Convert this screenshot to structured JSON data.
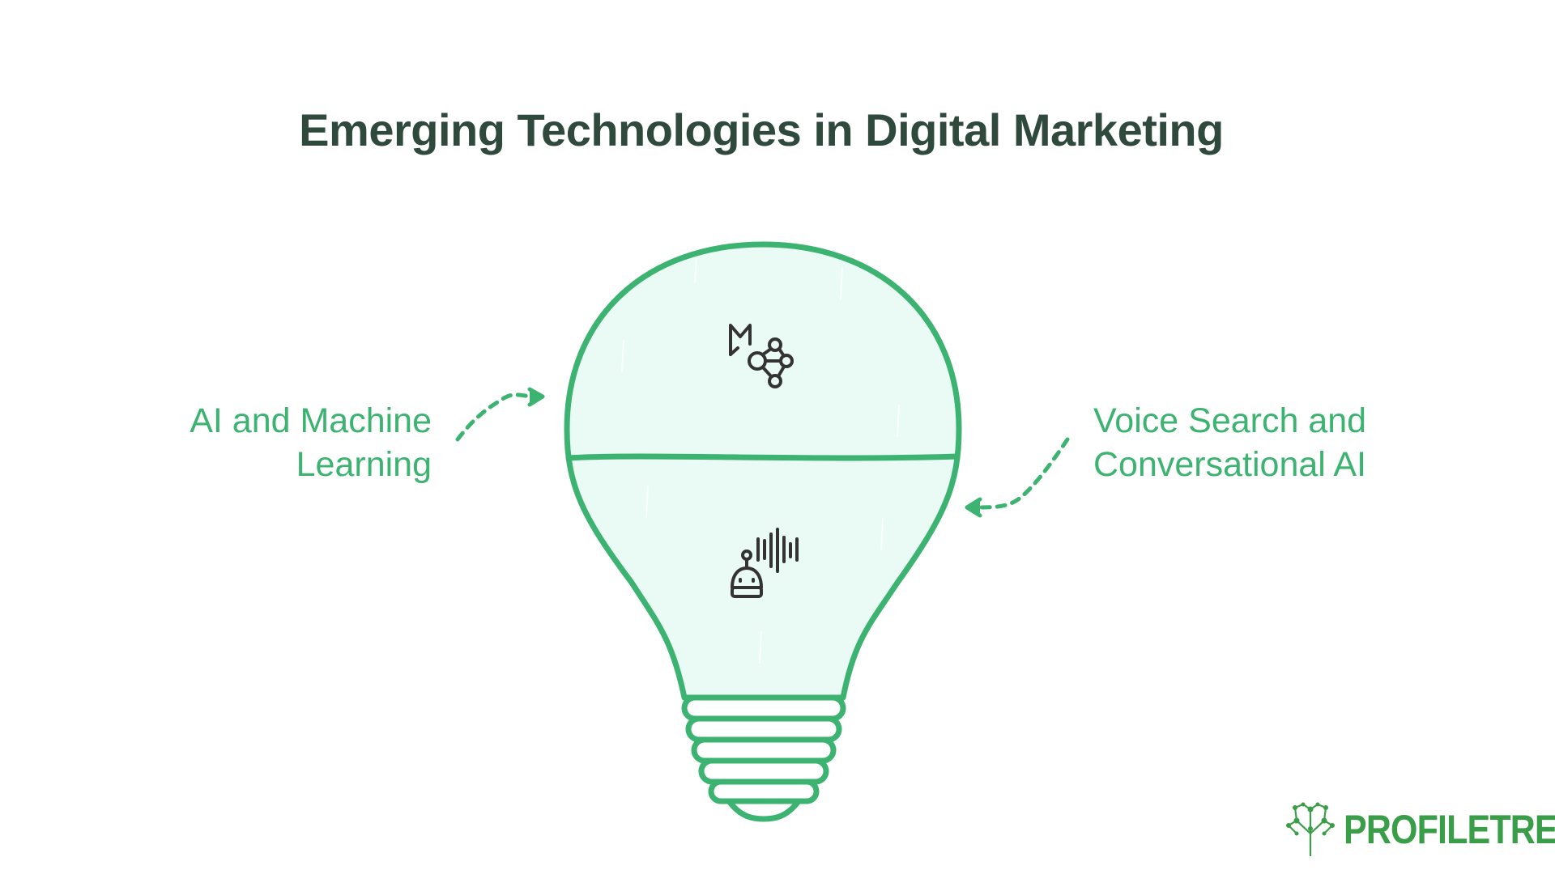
{
  "title": "Emerging Technologies in Digital Marketing",
  "items": [
    {
      "label": "AI and Machine Learning",
      "line1": "AI and Machine",
      "line2": "Learning",
      "icon": "ai-ml-network-icon"
    },
    {
      "label": "Voice Search and Conversational AI",
      "line1": "Voice Search and",
      "line2": "Conversational AI",
      "icon": "robot-voice-icon"
    }
  ],
  "logo": {
    "text": "PROFILETREE",
    "icon": "tree-logo-icon"
  },
  "colors": {
    "accent": "#3cb371",
    "title": "#2f4a3c",
    "bulb_fill": "#eafaf4",
    "icon": "#333333",
    "logo": "#3a9e48"
  }
}
